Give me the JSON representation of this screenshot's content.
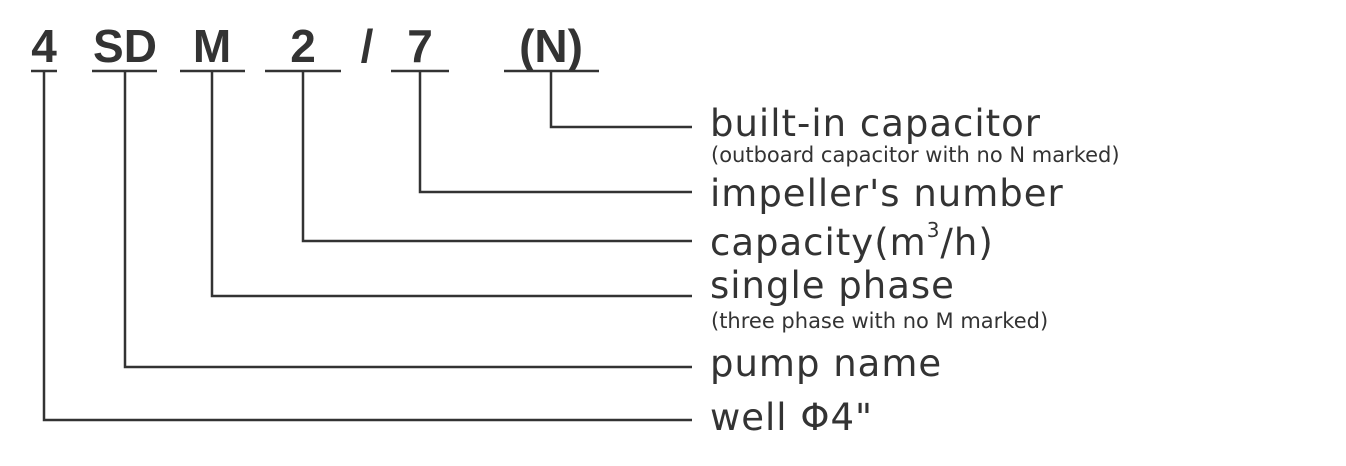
{
  "code": {
    "parts": [
      "4",
      "SD",
      "M",
      "2",
      "/",
      "7",
      "(N)"
    ]
  },
  "labels": {
    "capacitor": "built-in capacitor",
    "capacitor_note": "(outboard capacitor with no N marked)",
    "impeller": "impeller's number",
    "capacity_prefix": "capacity(m",
    "capacity_sup": "3",
    "capacity_suffix": "/h)",
    "phase": "single phase",
    "phase_note": "(three phase with no M marked)",
    "pump": "pump name",
    "well": "well Φ4\""
  },
  "colors": {
    "ink": "#333333"
  }
}
